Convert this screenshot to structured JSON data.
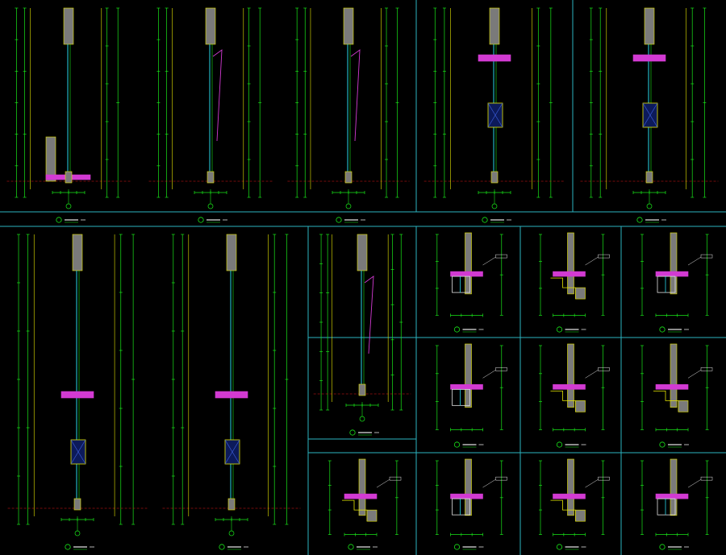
{
  "palette": {
    "background": "#000000",
    "frame": "#2bb3c0",
    "dimension": "#19e619",
    "outline": "#e6e600",
    "wall": "#7a7a7a",
    "slab": "#d23ad2",
    "glass": "#29d6e6",
    "axis": "#e61919",
    "text": "#e0e0e0",
    "hatch": "#3b5bd8"
  },
  "details": [
    {
      "id": "1",
      "kind": "sill-bench"
    },
    {
      "id": "2",
      "kind": "glazing-slope"
    },
    {
      "id": "3",
      "kind": "glazing-slope-b"
    },
    {
      "id": "4",
      "kind": "box-window"
    },
    {
      "id": "5",
      "kind": "box-window-b"
    },
    {
      "id": "6",
      "kind": "tall-box"
    },
    {
      "id": "7",
      "kind": "tall-box-bay"
    },
    {
      "id": "8",
      "kind": "glazing-slope-c"
    },
    {
      "id": "9",
      "kind": "head-detail"
    },
    {
      "id": "10",
      "kind": "step-detail"
    },
    {
      "id": "11",
      "kind": "sill-node"
    },
    {
      "id": "12",
      "kind": "frame-node"
    },
    {
      "id": "13",
      "kind": "step-node"
    },
    {
      "id": "14",
      "kind": "curved-node"
    },
    {
      "id": "15",
      "kind": "coping-node"
    },
    {
      "id": "16",
      "kind": "jamb-node"
    },
    {
      "id": "17",
      "kind": "cornice-node"
    },
    {
      "id": "18",
      "kind": "cornice-node-b"
    }
  ]
}
